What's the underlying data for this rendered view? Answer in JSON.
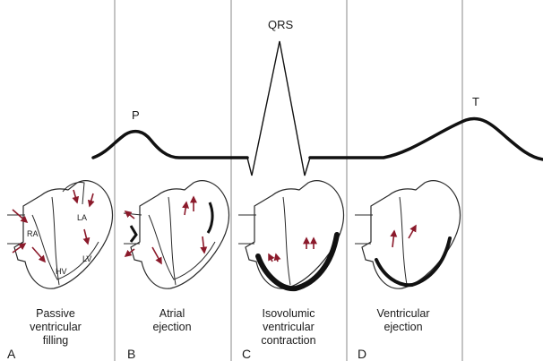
{
  "waveform": {
    "p_label": "P",
    "qrs_label": "QRS",
    "t_label": "T"
  },
  "panels": [
    {
      "letter": "A",
      "caption_lines": [
        "Passive",
        "ventricular",
        "filling"
      ],
      "chamber_labels": [
        "RA",
        "LA",
        "LV",
        "HV"
      ]
    },
    {
      "letter": "B",
      "caption_lines": [
        "Atrial",
        "ejection"
      ]
    },
    {
      "letter": "C",
      "caption_lines": [
        "Isovolumic",
        "ventricular",
        "contraction"
      ]
    },
    {
      "letter": "D",
      "caption_lines": [
        "Ventricular",
        "ejection"
      ]
    }
  ],
  "colors": {
    "flow_arrows": "#8b1a2b",
    "outline": "#2a2a2a"
  }
}
